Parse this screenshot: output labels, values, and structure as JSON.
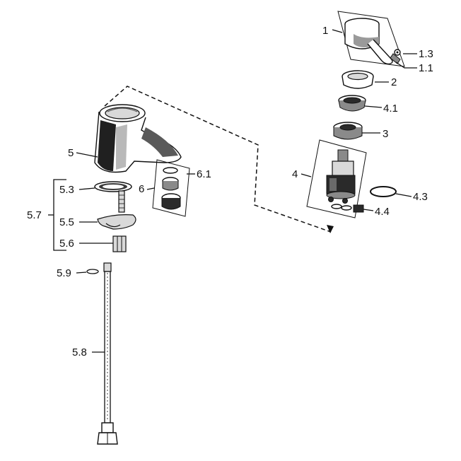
{
  "labels": {
    "l1": "1",
    "l1_3": "1.3",
    "l1_1": "1.1",
    "l2": "2",
    "l4_1": "4.1",
    "l3": "3",
    "l4": "4",
    "l4_3": "4.3",
    "l4_4": "4.4",
    "l5": "5",
    "l6_1": "6.1",
    "l6": "6",
    "l5_3": "5.3",
    "l5_7": "5.7",
    "l5_5": "5.5",
    "l5_6": "5.6",
    "l5_9": "5.9",
    "l5_8": "5.8"
  }
}
